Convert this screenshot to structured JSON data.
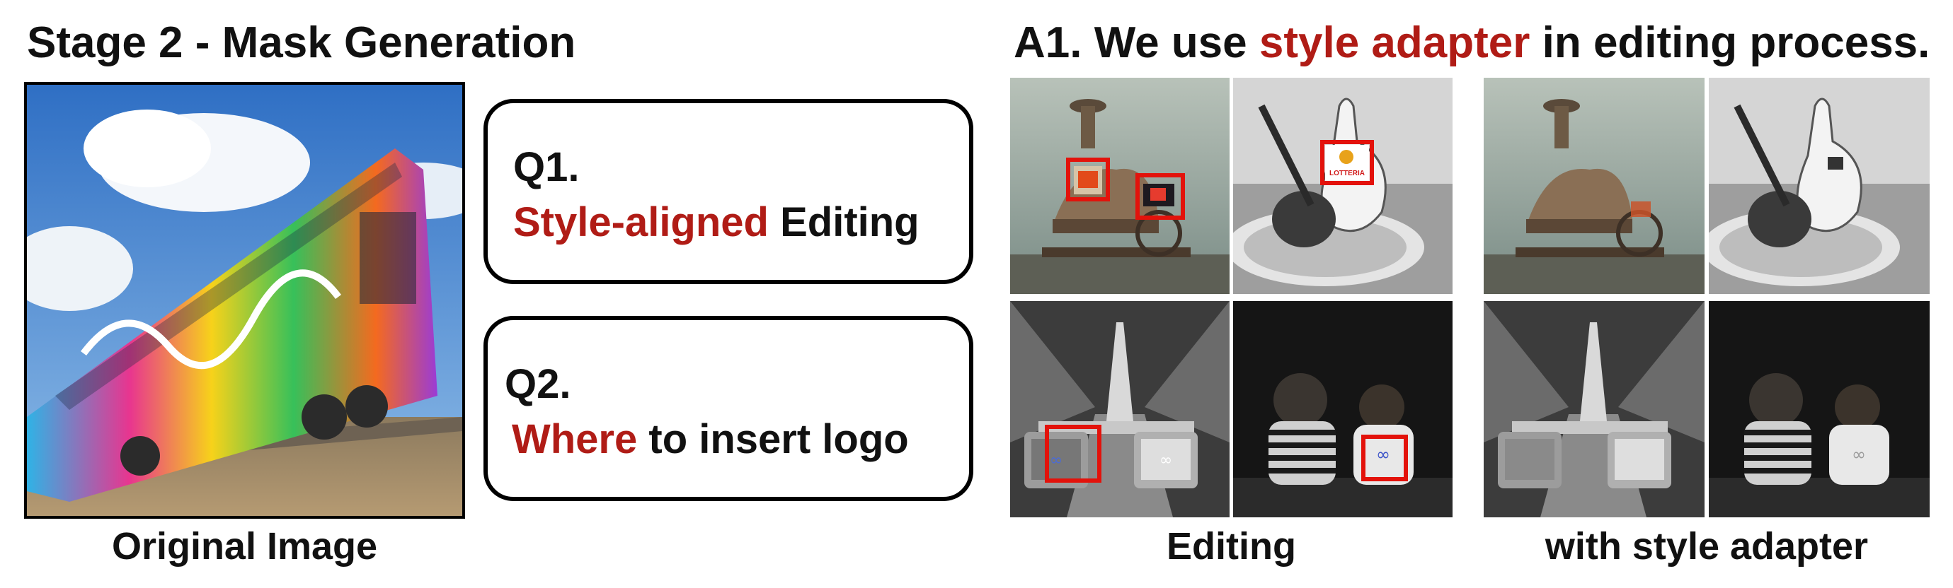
{
  "left": {
    "title": "Stage 2 - Mask Generation",
    "image_caption": "Original Image",
    "q1": {
      "number": "Q1.",
      "highlight": "Style-aligned",
      "rest": " Editing"
    },
    "q2": {
      "number": "Q2.",
      "highlight": "Where",
      "rest": " to insert logo"
    }
  },
  "right": {
    "title": {
      "prefix": "A1. We use ",
      "highlight": "style adapter",
      "suffix": " in editing process."
    },
    "captions": {
      "editing": "Editing",
      "adapter": "with style adapter"
    },
    "logo_texts": {
      "lotteria": "LOTTERIA"
    }
  },
  "colors": {
    "highlight": "#b01c16",
    "detection_box": "#e3120b",
    "border": "#000000"
  }
}
